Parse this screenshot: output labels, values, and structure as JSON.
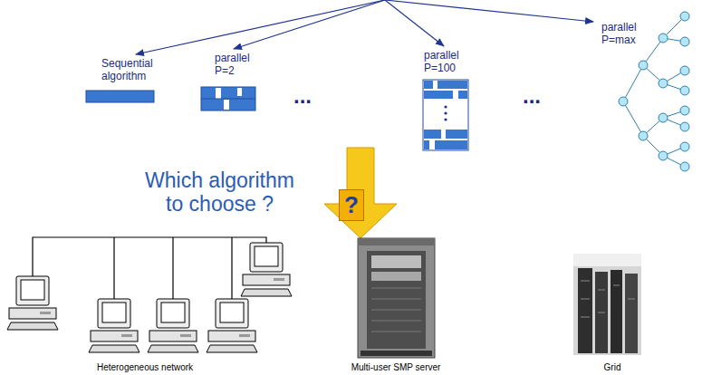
{
  "diagram": {
    "nodes": [
      {
        "text": [
          "?"
        ]
      }
    ],
    "labels": [
      "Sequential algorithm",
      "parallel P=2",
      "...",
      "parallel P=100",
      "...",
      "parallel P=max",
      "Which algorithm to choose ?",
      "Heterogeneous network",
      "Multi-user SMP server",
      "Grid"
    ]
  }
}
